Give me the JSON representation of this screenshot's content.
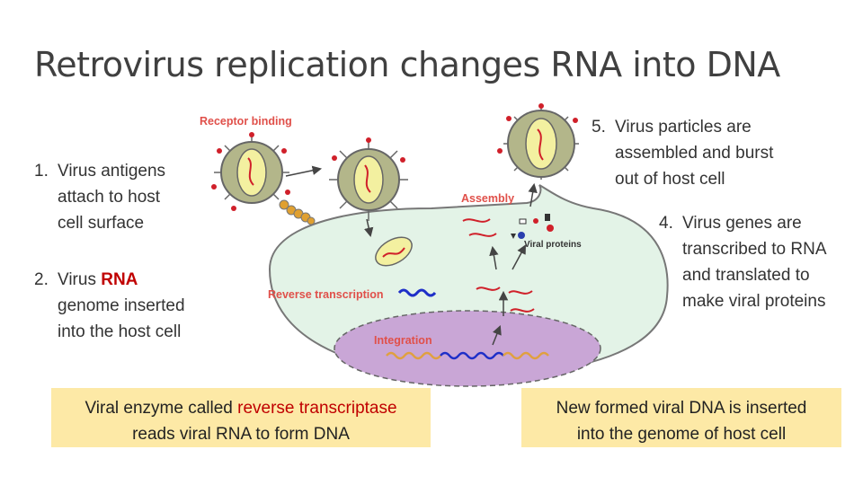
{
  "title": "Retrovirus replication changes RNA into DNA",
  "steps": {
    "s1": {
      "num": "1.",
      "line1": "Virus antigens",
      "line2": "attach to host",
      "line3": "cell surface"
    },
    "s2": {
      "num": "2.",
      "line1_a": "Virus ",
      "line1_b": "RNA",
      "line2": "genome inserted",
      "line3": "into the host cell"
    },
    "s5": {
      "num": "5.",
      "line1": "Virus particles are",
      "line2": "assembled and burst",
      "line3": "out of host cell"
    },
    "s4": {
      "num": "4.",
      "line1": "Virus genes are",
      "line2": "transcribed to RNA",
      "line3": "and translated to",
      "line4": "make viral proteins"
    }
  },
  "callouts": {
    "left": {
      "pre": "Viral enzyme called ",
      "highlight": "reverse transcriptase",
      "line2": "reads viral RNA to form DNA"
    },
    "right": {
      "line1": "New formed viral DNA is inserted",
      "line2": "into the genome of host cell"
    }
  },
  "diagram_labels": {
    "receptor_binding": "Receptor binding",
    "assembly": "Assembly",
    "viral_proteins": "Viral proteins",
    "reverse_transcription": "Reverse transcription",
    "integration": "Integration"
  },
  "colors": {
    "cell_fill": "#e3f3e7",
    "nucleus_fill": "#c9a6d6",
    "virus_fill": "#b3b68a",
    "core_fill": "#f3f0a0",
    "rna": "#d0202a",
    "dna_blue": "#1e2fc8",
    "dna_orange": "#e0a040",
    "label_red": "#e0504a",
    "callout_bg": "#fde9a6"
  }
}
